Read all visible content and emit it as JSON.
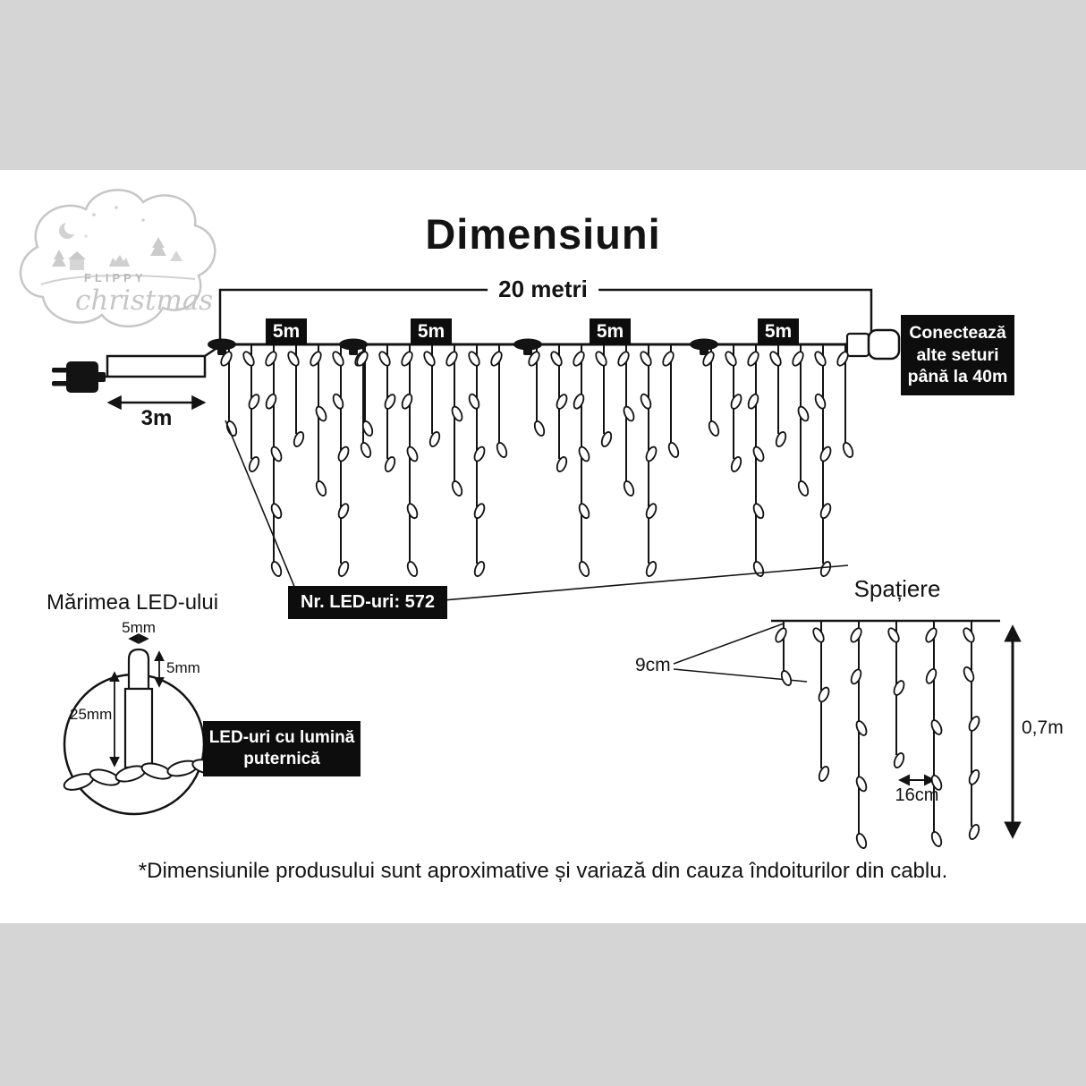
{
  "colors": {
    "ink": "#131313",
    "box_bg": "#0d0d0d",
    "letterbox_gray": "#d5d5d5",
    "logo_gray": "#c6c6c6"
  },
  "logo": {
    "brand": "FLIPPY",
    "brand_sub": "christmas"
  },
  "title": "Dimensiuni",
  "diagram": {
    "total_length_label": "20 metri",
    "segments": [
      "5m",
      "5m",
      "5m",
      "5m"
    ],
    "lead_length_label": "3m",
    "connect_note": "Conectează alte seturi până la 40m",
    "led_count_label": "Nr. LED-uri: 572"
  },
  "led_size": {
    "title": "Mărimea LED-ului",
    "head_width": "5mm",
    "head_height": "5mm",
    "body_length": "25mm",
    "note": "LED-uri cu lumină puternică"
  },
  "spacing": {
    "title": "Spațiere",
    "bulb_gap": "9cm",
    "strand_gap": "16cm",
    "strand_length": "0,7m"
  },
  "footnote": "*Dimensiunile produsului sunt aproximative și variază din cauza îndoiturilor din cablu."
}
